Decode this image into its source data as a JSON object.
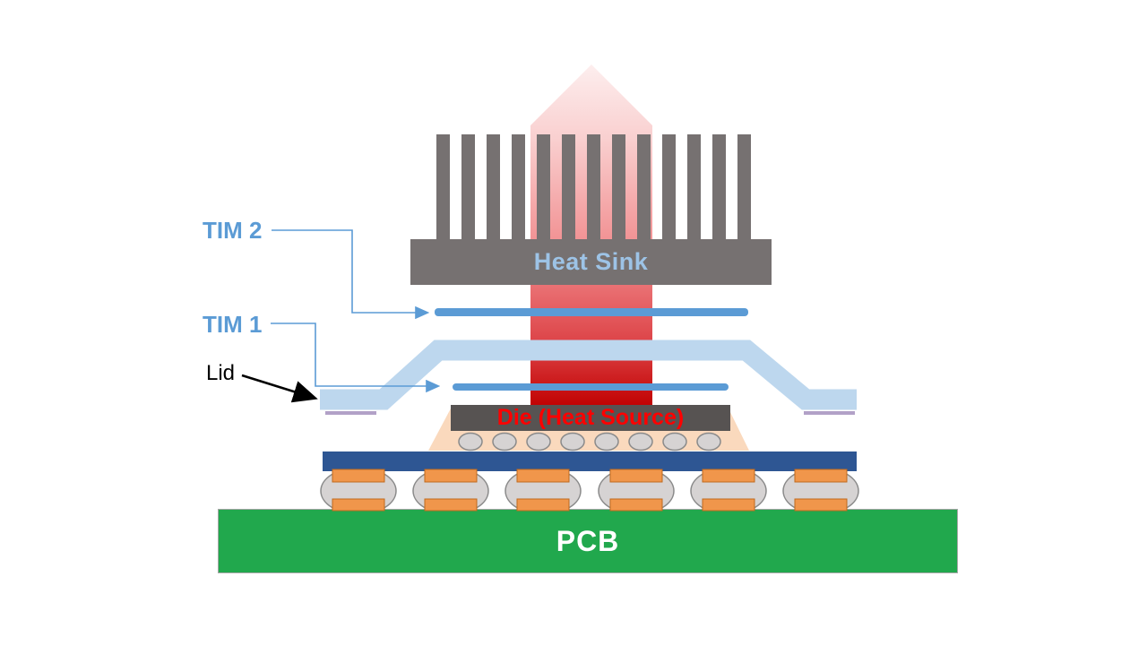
{
  "diagram": {
    "type": "chip-package-thermal-stack",
    "layers": {
      "heat_sink": {
        "label": "Heat Sink"
      },
      "tim2": {
        "label": "TIM 2"
      },
      "tim1": {
        "label": "TIM 1"
      },
      "lid": {
        "label": "Lid"
      },
      "die": {
        "label": "Die (Heat Source)"
      },
      "pcb": {
        "label": "PCB"
      }
    },
    "structure": {
      "heatsink_fin_count": 13,
      "c4_bump_count": 8,
      "bga_ball_count": 6,
      "heat_flow_direction": "up"
    }
  },
  "colors": {
    "accent_blue": "#5B9BD5",
    "heatsink_gray": "#767171",
    "heatsink_text_blue": "#9DC3E6",
    "lid_blue": "#BDD7EE",
    "sealant_purple": "#B2A1C7",
    "die_gray": "#575352",
    "die_text_red": "#FF0000",
    "underfill_peach": "#FAD9BD",
    "bump_gray": "#D6D3D3",
    "bump_stroke": "#8A8A8A",
    "substrate_navy": "#2E5693",
    "pad_orange": "#F0964B",
    "pad_stroke": "#C06A1E",
    "pcb_green": "#21A84D",
    "pcb_text": "#FFFFFF",
    "heat_gradient_top": "#FDEEEE",
    "heat_gradient_bottom": "#C00000",
    "lid_arrow_black": "#000000"
  }
}
